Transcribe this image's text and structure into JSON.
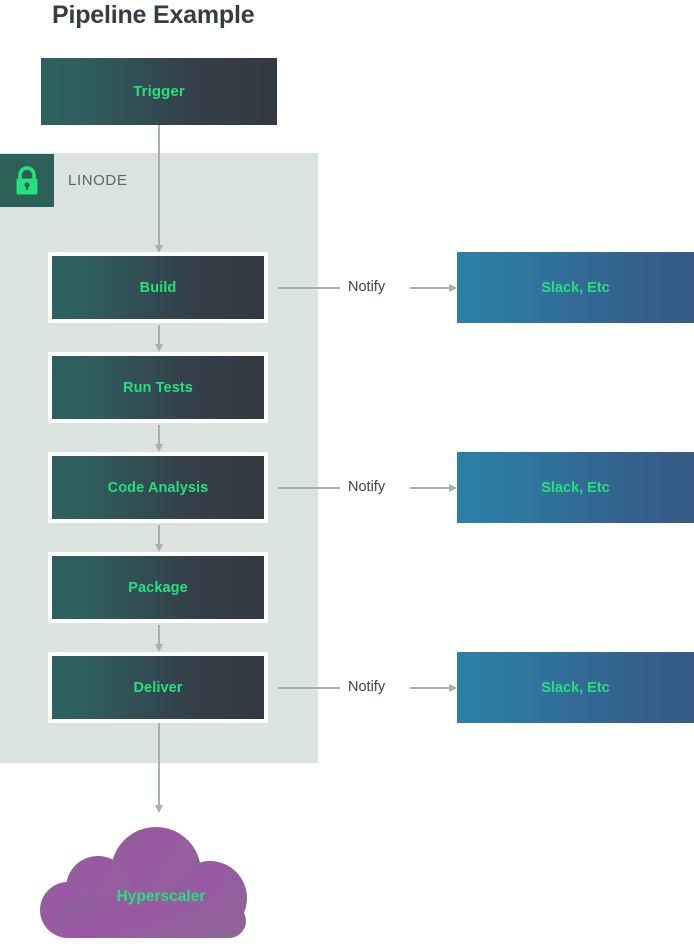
{
  "page": {
    "title": "Pipeline Example",
    "background": "#ffffff"
  },
  "colors": {
    "accent_green": "#25e07e",
    "title_text": "#363c44",
    "panel_bg": "#dbe3e1",
    "lock_bg": "#2d6157",
    "connector": "#a9b0b2",
    "stage_gradient_start": "#2d6160",
    "stage_gradient_end": "#333a41",
    "target_gradient_start": "#2c7fa6",
    "target_gradient_end": "#375a86",
    "cloud_gradient_start": "#9b5ba5",
    "cloud_gradient_end": "#8d6396"
  },
  "trigger": {
    "label": "Trigger"
  },
  "linode_panel": {
    "label": "LINODE",
    "icon": "lock-icon"
  },
  "pipeline": {
    "stages": [
      {
        "label": "Build"
      },
      {
        "label": "Run Tests"
      },
      {
        "label": "Code Analysis"
      },
      {
        "label": "Package"
      },
      {
        "label": "Deliver"
      }
    ]
  },
  "notifications": [
    {
      "connector_label": "Notify",
      "target_label": "Slack, Etc",
      "from_stage": "Build"
    },
    {
      "connector_label": "Notify",
      "target_label": "Slack, Etc",
      "from_stage": "Code Analysis"
    },
    {
      "connector_label": "Notify",
      "target_label": "Slack, Etc",
      "from_stage": "Deliver"
    }
  ],
  "cloud": {
    "label": "Hyperscaler"
  }
}
